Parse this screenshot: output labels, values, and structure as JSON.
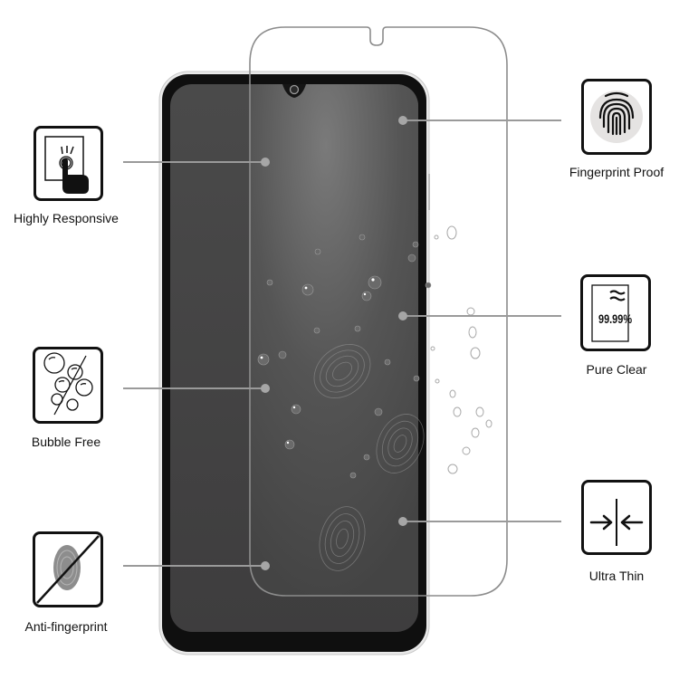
{
  "product": {
    "description": "Tempered glass screen protector over smartphone",
    "glass_outline_color": "#8a8a8a",
    "phone_bezel_color": "#0f0f0f",
    "screen_color": "#3f3e3f"
  },
  "features_left": [
    {
      "id": "highly-responsive",
      "label": "Highly Responsive",
      "icon": "touch-hand-icon"
    },
    {
      "id": "bubble-free",
      "label": "Bubble Free",
      "icon": "bubbles-crossed-icon"
    },
    {
      "id": "anti-fingerprint",
      "label": "Anti-fingerprint",
      "icon": "fingerprint-crossed-icon"
    }
  ],
  "features_right": [
    {
      "id": "fingerprint-proof",
      "label": "Fingerprint Proof",
      "icon": "fingerprint-icon"
    },
    {
      "id": "pure-clear",
      "label": "Pure Clear",
      "icon": "transparency-icon",
      "value_text": "99.99%"
    },
    {
      "id": "ultra-thin",
      "label": "Ultra Thin",
      "icon": "thin-arrows-icon"
    }
  ]
}
